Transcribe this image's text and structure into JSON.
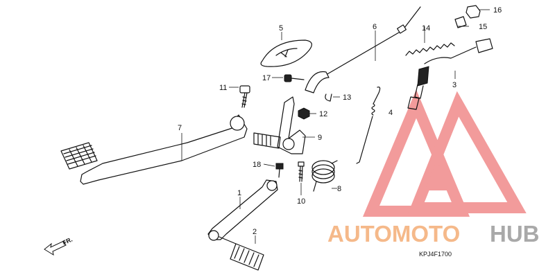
{
  "diagram": {
    "part_labels": [
      "1",
      "2",
      "3",
      "4",
      "5",
      "6",
      "7",
      "8",
      "9",
      "10",
      "11",
      "12",
      "13",
      "14",
      "15",
      "16",
      "17",
      "18"
    ],
    "drawing_code": "KPJ4F1700",
    "direction_marker": "FR.",
    "colors": {
      "line": "#111111",
      "watermark_red": "#f08a8a",
      "logo_orange": "#f5b98a",
      "logo_grey": "#a9a9a9"
    }
  },
  "watermark": {
    "brand_part1": "AUTOMOTO",
    "brand_part2": "HUB"
  }
}
